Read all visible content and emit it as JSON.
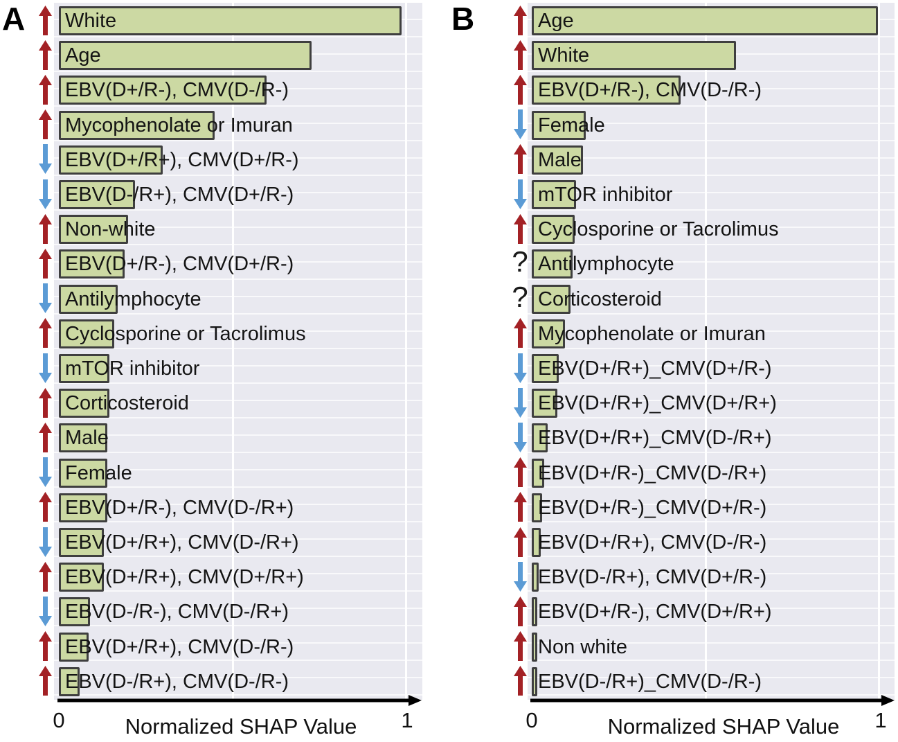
{
  "axis": {
    "xlabel": "Normalized SHAP Value",
    "tick_min": "0",
    "tick_max": "1"
  },
  "colors": {
    "bar_fill": "#ccd9a3",
    "bar_border": "#3f3f3f",
    "plot_background": "#e9e9f0",
    "gridline": "#ffffff",
    "up_arrow": "#a32125",
    "down_arrow": "#5b9bd5",
    "text": "#141414"
  },
  "icons": {
    "up": "increase-arrow-icon",
    "down": "decrease-arrow-icon",
    "unknown": "question-mark-icon"
  },
  "chart_data": [
    {
      "type": "bar",
      "panel": "A",
      "orientation": "horizontal",
      "xlabel": "Normalized SHAP Value",
      "xlim": [
        0,
        1
      ],
      "x_ticks": [
        "0",
        "1"
      ],
      "gridlines_x": [
        0.5,
        1.0
      ],
      "legend": "none",
      "rows": [
        {
          "label": "White",
          "direction": "up",
          "value": 0.99
        },
        {
          "label": "Age",
          "direction": "up",
          "value": 0.73
        },
        {
          "label": "EBV(D+/R-), CMV(D-/R-)",
          "direction": "up",
          "value": 0.6
        },
        {
          "label": "Mycophenolate or Imuran",
          "direction": "up",
          "value": 0.45
        },
        {
          "label": "EBV(D+/R+), CMV(D+/R-)",
          "direction": "down",
          "value": 0.3
        },
        {
          "label": "EBV(D-/R+), CMV(D+/R-)",
          "direction": "down",
          "value": 0.22
        },
        {
          "label": "Non-white",
          "direction": "up",
          "value": 0.2
        },
        {
          "label": "EBV(D+/R-), CMV(D+/R-)",
          "direction": "up",
          "value": 0.19
        },
        {
          "label": "Antilymphocyte",
          "direction": "down",
          "value": 0.17
        },
        {
          "label": "Cyclosporine or Tacrolimus",
          "direction": "up",
          "value": 0.16
        },
        {
          "label": "mTOR inhibitor",
          "direction": "down",
          "value": 0.145
        },
        {
          "label": "Corticosteroid",
          "direction": "up",
          "value": 0.145
        },
        {
          "label": "Male",
          "direction": "up",
          "value": 0.14
        },
        {
          "label": "Female",
          "direction": "down",
          "value": 0.14
        },
        {
          "label": "EBV(D+/R-), CMV(D-/R+)",
          "direction": "up",
          "value": 0.14
        },
        {
          "label": "EBV(D+/R+), CMV(D-/R+)",
          "direction": "down",
          "value": 0.13
        },
        {
          "label": "EBV(D+/R+), CMV(D+/R+)",
          "direction": "up",
          "value": 0.13
        },
        {
          "label": "EBV(D-/R-), CMV(D-/R+)",
          "direction": "down",
          "value": 0.09
        },
        {
          "label": "EBV(D+/R+), CMV(D-/R-)",
          "direction": "up",
          "value": 0.085
        },
        {
          "label": "EBV(D-/R+), CMV(D-/R-)",
          "direction": "up",
          "value": 0.06
        }
      ]
    },
    {
      "type": "bar",
      "panel": "B",
      "orientation": "horizontal",
      "xlabel": "Normalized SHAP Value",
      "xlim": [
        0,
        1
      ],
      "x_ticks": [
        "0",
        "1"
      ],
      "gridlines_x": [
        0.5,
        1.0
      ],
      "legend": "none",
      "rows": [
        {
          "label": "Age",
          "direction": "up",
          "value": 1.0
        },
        {
          "label": "White",
          "direction": "up",
          "value": 0.59
        },
        {
          "label": "EBV(D+/R-), CMV(D-/R-)",
          "direction": "up",
          "value": 0.43
        },
        {
          "label": "Female",
          "direction": "down",
          "value": 0.155
        },
        {
          "label": "Male",
          "direction": "up",
          "value": 0.147
        },
        {
          "label": "mTOR inhibitor",
          "direction": "down",
          "value": 0.127
        },
        {
          "label": "Cyclosporine or Tacrolimus",
          "direction": "up",
          "value": 0.123
        },
        {
          "label": "Antilymphocyte",
          "direction": "unknown",
          "value": 0.117
        },
        {
          "label": "Corticosteroid",
          "direction": "unknown",
          "value": 0.112
        },
        {
          "label": "Mycophenolate or Imuran",
          "direction": "up",
          "value": 0.096
        },
        {
          "label": "EBV(D+/R+)_CMV(D+/R-)",
          "direction": "down",
          "value": 0.077
        },
        {
          "label": "EBV(D+/R+)_CMV(D+/R+)",
          "direction": "down",
          "value": 0.073
        },
        {
          "label": "EBV(D+/R+)_CMV(D-/R+)",
          "direction": "down",
          "value": 0.046
        },
        {
          "label": "EBV(D+/R-)_CMV(D-/R+)",
          "direction": "up",
          "value": 0.035
        },
        {
          "label": "EBV(D+/R-)_CMV(D+/R-)",
          "direction": "up",
          "value": 0.03
        },
        {
          "label": "EBV(D+/R+), CMV(D-/R-)",
          "direction": "up",
          "value": 0.025
        },
        {
          "label": "EBV(D-/R+), CMV(D+/R-)",
          "direction": "down",
          "value": 0.02
        },
        {
          "label": "EBV(D+/R-), CMV(D+/R+)",
          "direction": "up",
          "value": 0.015
        },
        {
          "label": "Non white",
          "direction": "up",
          "value": 0.01
        },
        {
          "label": "EBV(D-/R+)_CMV(D-/R-)",
          "direction": "up",
          "value": 0.008
        }
      ]
    }
  ]
}
